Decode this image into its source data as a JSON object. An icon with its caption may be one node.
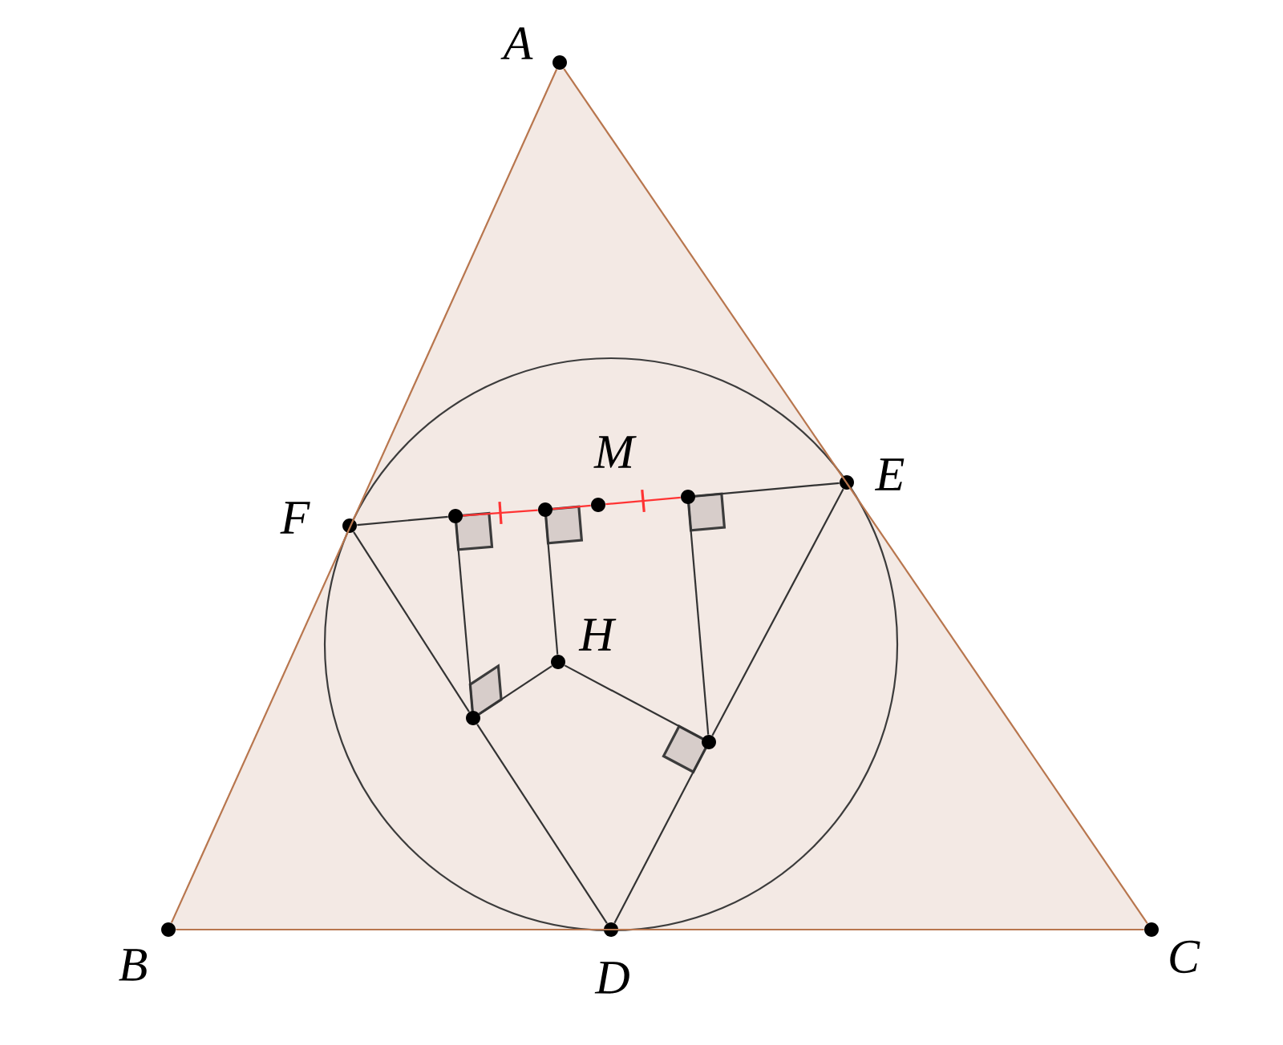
{
  "diagram": {
    "nodes": [
      {
        "text": [
          "A"
        ]
      },
      {
        "text": [
          "B"
        ]
      },
      {
        "text": [
          "C"
        ]
      },
      {
        "text": [
          "D"
        ]
      },
      {
        "text": [
          "E"
        ]
      },
      {
        "text": [
          "F"
        ]
      },
      {
        "text": [
          "M"
        ]
      },
      {
        "text": [
          "H"
        ]
      },
      {
        "text": [],
        "shape": "circle"
      },
      {
        "text": [],
        "shape": "circle"
      },
      {
        "text": [],
        "shape": "circle"
      },
      {
        "text": [],
        "shape": "circle"
      },
      {
        "text": [],
        "shape": "circle"
      }
    ],
    "edges": [
      {
        "from": 0,
        "to": 1,
        "arrow": "none",
        "color": "#b8764e"
      },
      {
        "from": 1,
        "to": 2,
        "arrow": "none",
        "color": "#b8764e"
      },
      {
        "from": 2,
        "to": 0,
        "arrow": "none",
        "color": "#b8764e"
      },
      {
        "from": 5,
        "to": 8,
        "arrow": "none"
      },
      {
        "from": 8,
        "to": 9,
        "arrow": "none",
        "color": "#ff3333"
      },
      {
        "from": 9,
        "to": 6,
        "arrow": "none",
        "color": "#ff3333"
      },
      {
        "from": 6,
        "to": 10,
        "arrow": "none",
        "color": "#ff3333"
      },
      {
        "from": 10,
        "to": 4,
        "arrow": "none"
      },
      {
        "from": 5,
        "to": 11,
        "arrow": "none"
      },
      {
        "from": 11,
        "to": 3,
        "arrow": "none"
      },
      {
        "from": 3,
        "to": 12,
        "arrow": "none"
      },
      {
        "from": 12,
        "to": 4,
        "arrow": "none"
      },
      {
        "from": 8,
        "to": 11,
        "arrow": "none"
      },
      {
        "from": 9,
        "to": 7,
        "arrow": "none"
      },
      {
        "from": 7,
        "to": 11,
        "arrow": "none"
      },
      {
        "from": 7,
        "to": 12,
        "arrow": "none"
      },
      {
        "from": 10,
        "to": 12,
        "arrow": "none"
      }
    ]
  }
}
